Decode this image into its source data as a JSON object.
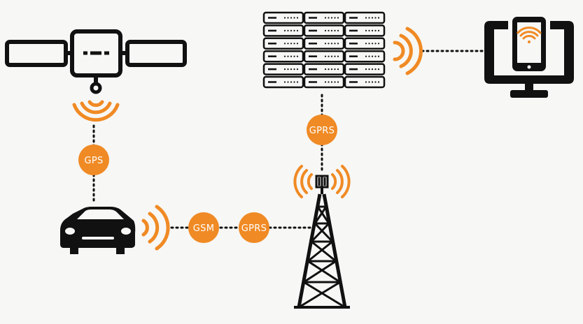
{
  "colors": {
    "accent": "#f08a24",
    "ink": "#111111",
    "background": "#f7f7f5",
    "badge_text": "#ffffff"
  },
  "badges": {
    "gps": "GPS",
    "gsm": "GSM",
    "gprs_car_tower": "GPRS",
    "gprs_tower_server": "GPRS"
  },
  "nodes": [
    {
      "id": "satellite",
      "icon": "satellite-icon"
    },
    {
      "id": "car",
      "icon": "car-icon"
    },
    {
      "id": "cell-tower",
      "icon": "cell-tower-icon"
    },
    {
      "id": "server-rack",
      "icon": "server-rack-icon"
    },
    {
      "id": "monitor",
      "icon": "monitor-with-phone-icon"
    }
  ],
  "links": [
    {
      "from": "satellite",
      "to": "car",
      "via": "GPS"
    },
    {
      "from": "car",
      "to": "cell-tower",
      "via": [
        "GSM",
        "GPRS"
      ]
    },
    {
      "from": "cell-tower",
      "to": "server-rack",
      "via": "GPRS"
    },
    {
      "from": "server-rack",
      "to": "monitor",
      "via": ""
    }
  ]
}
